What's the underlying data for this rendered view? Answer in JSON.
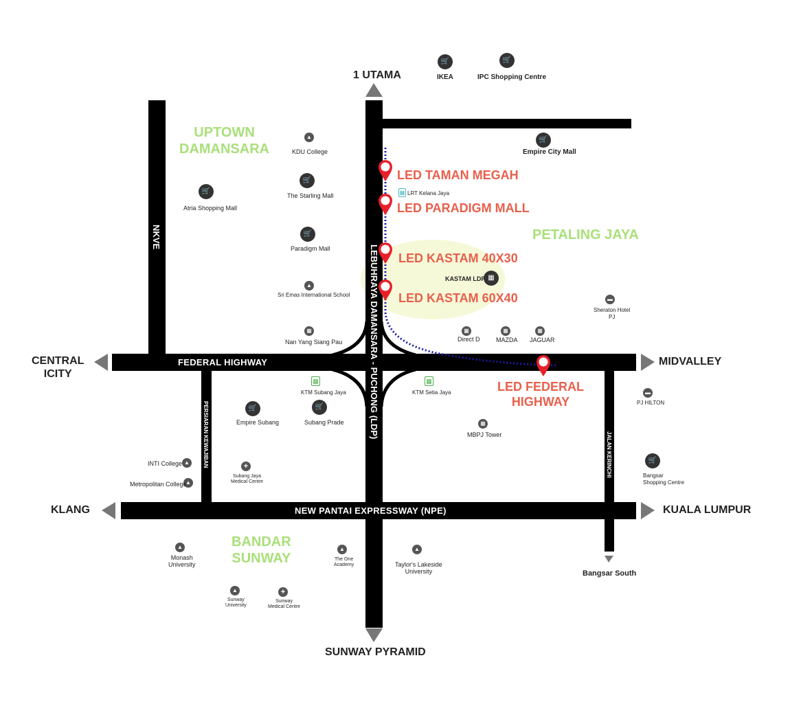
{
  "destinations": {
    "north": "1 UTAMA",
    "south": "SUNWAY PYRAMID",
    "west": "CENTRAL\nICITY",
    "east": "MIDVALLEY",
    "klang": "KLANG",
    "kl": "KUALA LUMPUR",
    "bangsar_south": "Bangsar South"
  },
  "areas": {
    "uptown": "UPTOWN\nDAMANSARA",
    "petaling": "PETALING JAYA",
    "sunway": "BANDAR\nSUNWAY"
  },
  "roads": {
    "federal": "FEDERAL HIGHWAY",
    "npe": "NEW PANTAI EXPRESSWAY (NPE)",
    "ldp": "LEBUHRAYA DAMANSARA - PUCHONG (LDP)",
    "nkve": "NKVE",
    "kewajiban": "PERSIARAN KEWAJIBAN",
    "kerinchi": "JALAN KERINCHI"
  },
  "leds": {
    "taman_megah": "LED TAMAN MEGAH",
    "paradigm": "LED PARADIGM MALL",
    "kastam40": "LED KASTAM 40X30",
    "kastam60": "LED KASTAM 60X40",
    "federal": "LED FEDERAL\nHIGHWAY"
  },
  "pois": {
    "ikea": "IKEA",
    "ipc": "IPC Shopping Centre",
    "empire_city": "Empire City Mall",
    "kdu": "KDU College",
    "starling": "The Starling Mall",
    "atria": "Atria Shopping Mall",
    "paradigm": "Paradigm Mall",
    "sri_emas": "Sri Emas International School",
    "nan_yang": "Nan Yang Siang Pau",
    "lrt_kelana": "LRT Kelana Jaya",
    "kastam_ldp": "KASTAM LDP",
    "sheraton": "Sheraton Hotel\nPJ",
    "direct_d": "Direct D",
    "mazda": "MAZDA",
    "jaguar": "JAGUAR",
    "ktm_subang": "KTM Subang Jaya",
    "ktm_setia": "KTM Setia Jaya",
    "empire_subang": "Empire Subang",
    "subang_parade": "Subang Prade",
    "mbpj": "MBPJ Tower",
    "pj_hilton": "PJ HILTON",
    "inti": "INTI College",
    "metropolitan": "Metropolitan College",
    "sjmc": "Subang Jaya\nMedical Centre",
    "bangsar_sc": "Bangsar\nShopping Centre",
    "monash": "Monash\nUniversity",
    "one_academy": "The One\nAcademy",
    "taylors": "Taylor's Lakeside\nUniversity",
    "sunway_uni": "Sunway\nUniversity",
    "sunway_med": "Sunway\nMedical Centre"
  },
  "colors": {
    "road": "#000000",
    "arrow": "#777777",
    "area": "#a9e07a",
    "led": "#e8604c",
    "pin": "#e8202a",
    "route": "#1a1aa8",
    "highlight": "#f6f9d8"
  },
  "icons": {
    "mall": "shopping-cart-icon",
    "school": "graduation-cap-icon",
    "building": "building-icon",
    "hotel": "bed-icon",
    "hospital": "medical-cross-icon",
    "train": "train-icon"
  }
}
